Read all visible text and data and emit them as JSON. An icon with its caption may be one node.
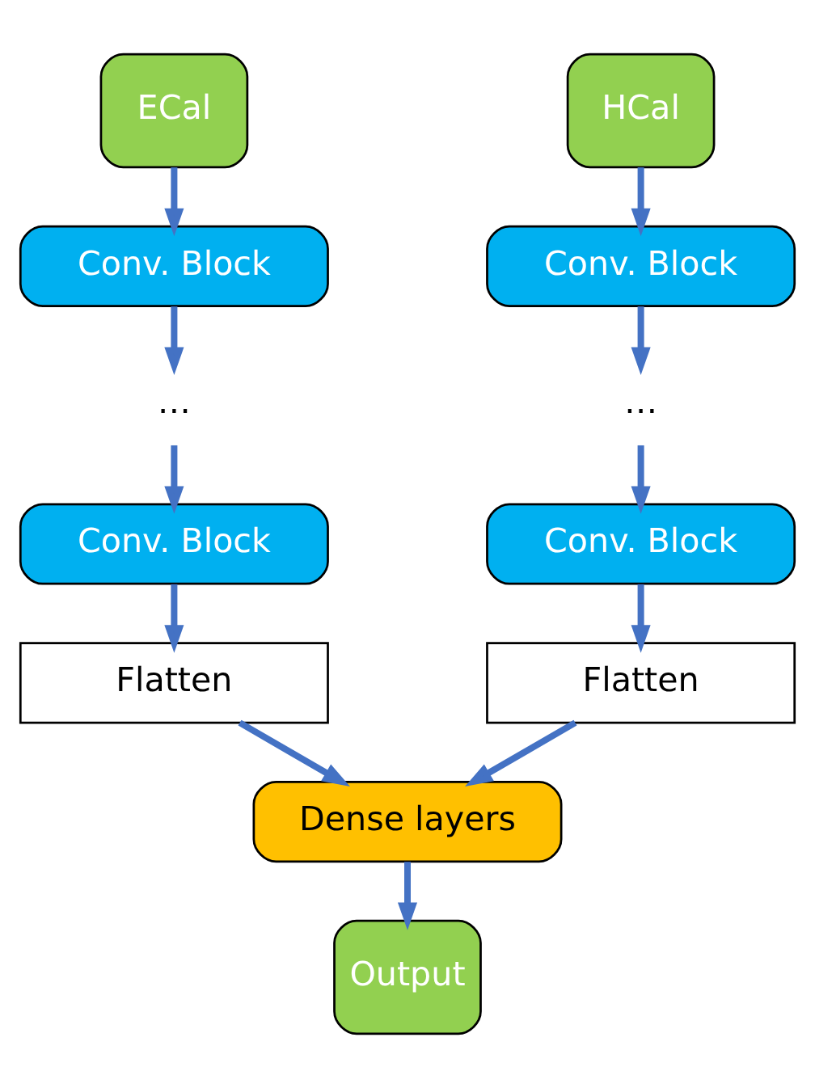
{
  "diagram": {
    "nodes": [
      {
        "text": [
          "ECal"
        ]
      },
      {
        "text": [
          "HCal"
        ]
      },
      {
        "text": [
          "Conv. Block"
        ]
      },
      {
        "text": [
          "Conv. Block"
        ]
      },
      {
        "text": [
          "…"
        ]
      },
      {
        "text": [
          "…"
        ]
      },
      {
        "text": [
          "Conv. Block"
        ]
      },
      {
        "text": [
          "Conv. Block"
        ]
      },
      {
        "text": [
          "Flatten"
        ]
      },
      {
        "text": [
          "Flatten"
        ]
      },
      {
        "text": [
          "Dense layers"
        ]
      },
      {
        "text": [
          "Output"
        ]
      }
    ],
    "edges": [
      {
        "from": 0,
        "to": 2,
        "arrow": "to"
      },
      {
        "from": 2,
        "to": 4,
        "arrow": "to"
      },
      {
        "from": 4,
        "to": 6,
        "arrow": "to"
      },
      {
        "from": 6,
        "to": 8,
        "arrow": "to"
      },
      {
        "from": 8,
        "to": 10,
        "arrow": "to"
      },
      {
        "from": 1,
        "to": 3,
        "arrow": "to"
      },
      {
        "from": 3,
        "to": 5,
        "arrow": "to"
      },
      {
        "from": 5,
        "to": 7,
        "arrow": "to"
      },
      {
        "from": 7,
        "to": 9,
        "arrow": "to"
      },
      {
        "from": 9,
        "to": 10,
        "arrow": "to"
      },
      {
        "from": 10,
        "to": 11,
        "arrow": "to"
      }
    ]
  }
}
